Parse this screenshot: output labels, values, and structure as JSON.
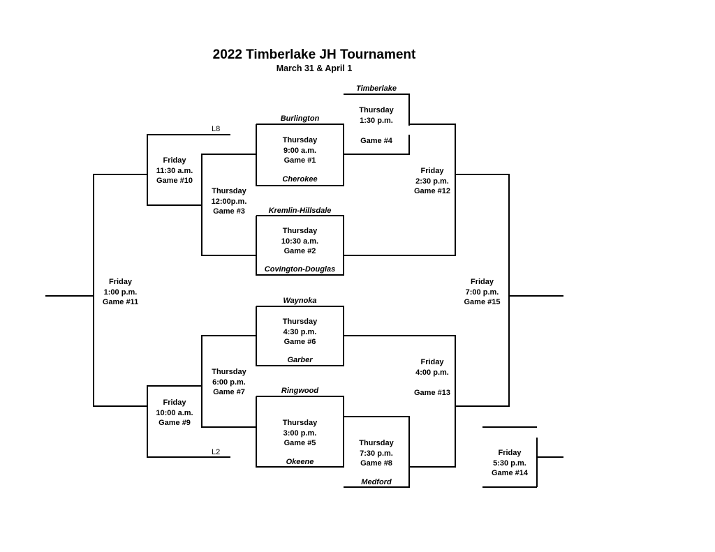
{
  "title": "2022 Timberlake JH Tournament",
  "subtitle": "March 31 & April 1",
  "teams": {
    "timberlake": "Timberlake",
    "burlington": "Burlington",
    "cherokee": "Cherokee",
    "kremlin": "Kremlin-Hillsdale",
    "covington": "Covington-Douglas",
    "waynoka": "Waynoka",
    "garber": "Garber",
    "ringwood": "Ringwood",
    "okeene": "Okeene",
    "medford": "Medford"
  },
  "loser_labels": {
    "l8": "L8",
    "l2": "L2"
  },
  "games": {
    "g1": {
      "day": "Thursday",
      "time": "9:00 a.m.",
      "game": "Game #1"
    },
    "g2": {
      "day": "Thursday",
      "time": "10:30 a.m.",
      "game": "Game #2"
    },
    "g3": {
      "day": "Thursday",
      "time": "12:00p.m.",
      "game": "Game #3"
    },
    "g4": {
      "day": "Thursday",
      "time": "1:30 p.m.",
      "game": "Game #4"
    },
    "g5": {
      "day": "Thursday",
      "time": "3:00 p.m.",
      "game": "Game #5"
    },
    "g6": {
      "day": "Thursday",
      "time": "4:30 p.m.",
      "game": "Game #6"
    },
    "g7": {
      "day": "Thursday",
      "time": "6:00 p.m.",
      "game": "Game #7"
    },
    "g8": {
      "day": "Thursday",
      "time": "7:30 p.m.",
      "game": "Game #8"
    },
    "g9": {
      "day": "Friday",
      "time": "10:00 a.m.",
      "game": "Game #9"
    },
    "g10": {
      "day": "Friday",
      "time": "11:30 a.m.",
      "game": "Game #10"
    },
    "g11": {
      "day": "Friday",
      "time": "1:00 p.m.",
      "game": "Game #11"
    },
    "g12": {
      "day": "Friday",
      "time": "2:30 p.m.",
      "game": "Game #12"
    },
    "g13": {
      "day": "Friday",
      "time": "4:00 p.m.",
      "game": "Game #13"
    },
    "g14": {
      "day": "Friday",
      "time": "5:30 p.m.",
      "game": "Game #14"
    },
    "g15": {
      "day": "Friday",
      "time": "7:00 p.m.",
      "game": "Game #15"
    }
  }
}
